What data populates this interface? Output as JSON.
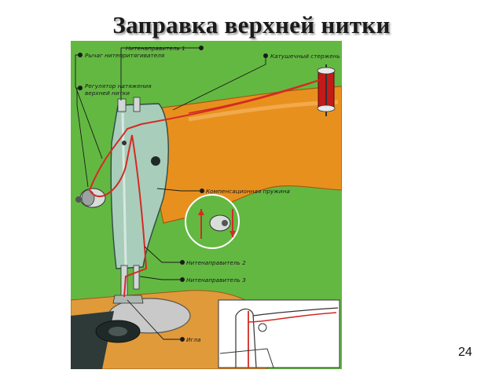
{
  "slide": {
    "title": "Заправка верхней нитки",
    "page_number": "24"
  },
  "labels": {
    "thread_guide_1": "Нитенаправитель 1",
    "spool_pin": "Катушечный стержень",
    "take_up_lever": "Рычаг нитепритягивателя",
    "tension_regulator_line1": "Регулятор натяжения",
    "tension_regulator_line2": "верхней нитки",
    "check_spring": "Компенсационная пружина",
    "thread_guide_2": "Нитенаправитель 2",
    "thread_guide_3": "Нитенаправитель 3",
    "needle": "Игла"
  },
  "colors": {
    "background_green": "#63b842",
    "arm_orange": "#e8901e",
    "body_teal": "#a8cdbb",
    "thread_red": "#d42a24",
    "bed_orange": "#e09a3a"
  }
}
